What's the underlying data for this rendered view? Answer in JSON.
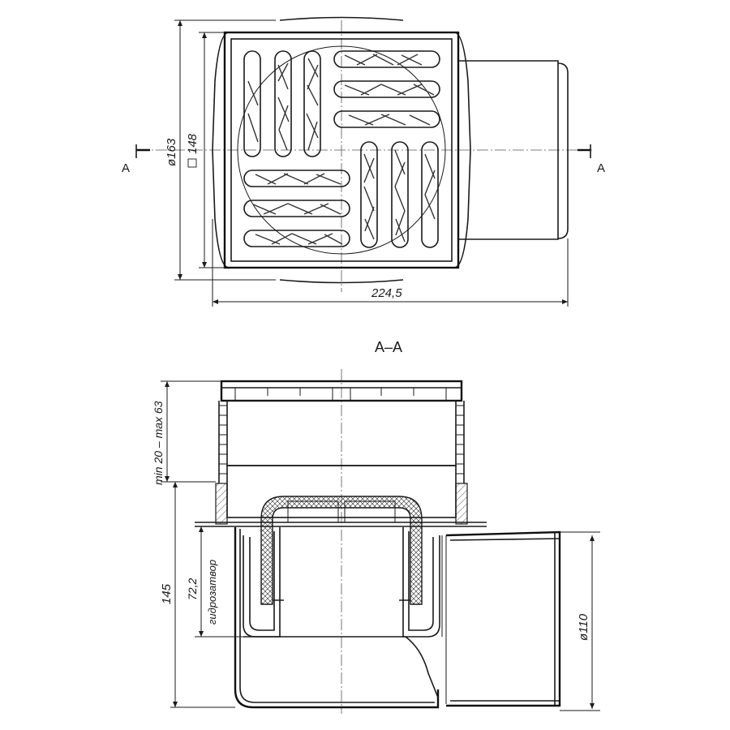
{
  "plan_view": {
    "section_mark_left": "A",
    "section_mark_right": "A",
    "dim_diameter_flange": "ø163",
    "dim_square_grate": "148",
    "dim_overall_length": "224,5"
  },
  "section_view": {
    "title": "A–A",
    "dim_adjustable_height": "min 20 – max 63",
    "dim_body_height": "145",
    "dim_water_seal": "72,2",
    "label_water_seal": "гидрозатвор",
    "dim_outlet_diameter": "ø110"
  }
}
